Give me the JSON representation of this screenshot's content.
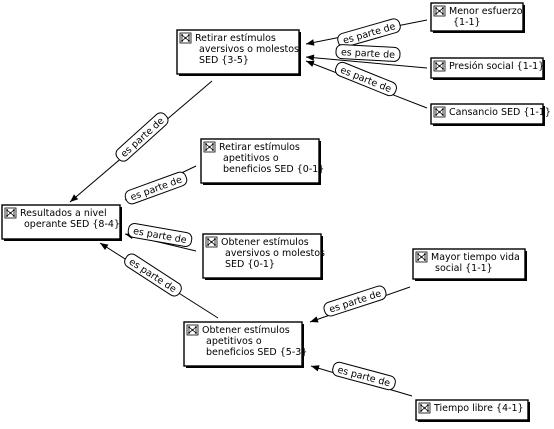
{
  "diagram": {
    "nodes": [
      {
        "id": "resultados",
        "lines": [
          "Resultados a nivel",
          "operante SED {8-4}"
        ],
        "icon": "concept-network-icon"
      },
      {
        "id": "retirar_aversivos",
        "lines": [
          "Retirar estímulos",
          "aversivos o molestos",
          "SED {3-5}"
        ],
        "icon": "concept-network-icon"
      },
      {
        "id": "menor_esfuerzo",
        "lines": [
          "Menor esfuerzo",
          "{1-1}"
        ],
        "icon": "concept-network-icon"
      },
      {
        "id": "presion_social",
        "lines": [
          "Presión social {1-1}"
        ],
        "icon": "concept-network-icon"
      },
      {
        "id": "cansancio",
        "lines": [
          "Cansancio SED {1-1}"
        ],
        "icon": "concept-network-icon"
      },
      {
        "id": "retirar_apetitivos",
        "lines": [
          "Retirar estímulos",
          "apetitivos o",
          "beneficios SED {0-1}"
        ],
        "icon": "concept-network-icon"
      },
      {
        "id": "obtener_aversivos",
        "lines": [
          "Obtener estímulos",
          "aversivos o molestos",
          "SED {0-1}"
        ],
        "icon": "concept-network-icon"
      },
      {
        "id": "obtener_apetitivos",
        "lines": [
          "Obtener estímulos",
          "apetitivos o",
          "beneficios SED {5-3}"
        ],
        "icon": "concept-network-icon"
      },
      {
        "id": "mayor_tiempo",
        "lines": [
          "Mayor tiempo vida",
          "social {1-1}"
        ],
        "icon": "concept-network-icon"
      },
      {
        "id": "tiempo_libre",
        "lines": [
          "Tiempo libre {4-1}"
        ],
        "icon": "concept-network-icon"
      }
    ],
    "edges": [
      {
        "from": "menor_esfuerzo",
        "to": "retirar_aversivos",
        "label": "es parte de"
      },
      {
        "from": "presion_social",
        "to": "retirar_aversivos",
        "label": "es parte de"
      },
      {
        "from": "cansancio",
        "to": "retirar_aversivos",
        "label": "es parte de"
      },
      {
        "from": "retirar_aversivos",
        "to": "resultados",
        "label": "es parte de"
      },
      {
        "from": "retirar_apetitivos",
        "to": "resultados",
        "label": "es parte de"
      },
      {
        "from": "obtener_aversivos",
        "to": "resultados",
        "label": "es parte de"
      },
      {
        "from": "obtener_apetitivos",
        "to": "resultados",
        "label": "es parte de"
      },
      {
        "from": "mayor_tiempo",
        "to": "obtener_apetitivos",
        "label": "es parte de"
      },
      {
        "from": "tiempo_libre",
        "to": "obtener_apetitivos",
        "label": "es parte de"
      }
    ]
  }
}
